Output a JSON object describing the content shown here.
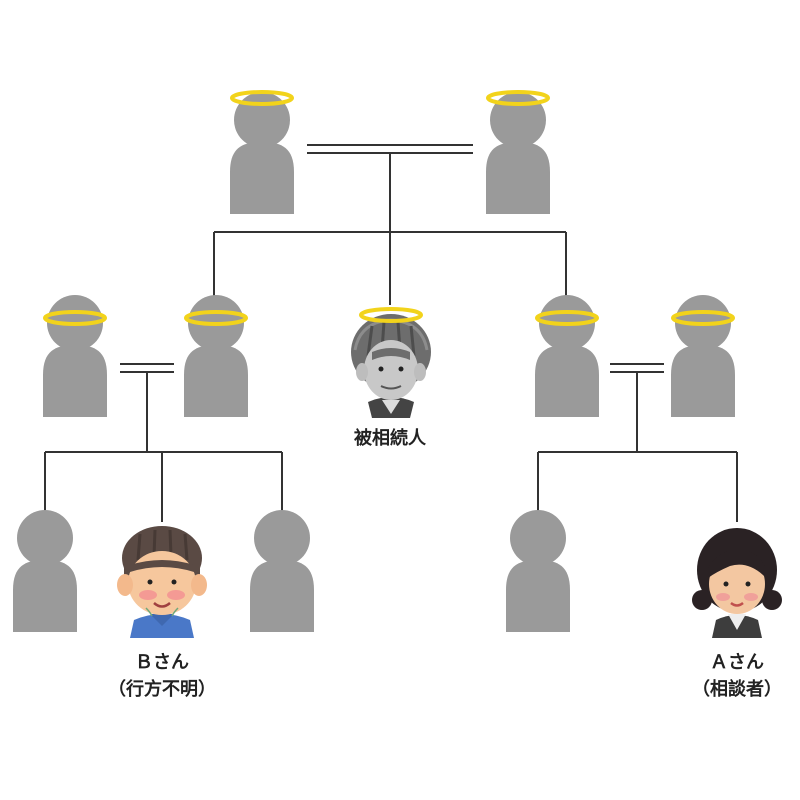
{
  "labels": {
    "decedent": "被相続人",
    "person_b": "Ｂさん",
    "person_b_note": "（行方不明）",
    "person_a": "Ａさん",
    "person_a_note": "（相談者）"
  },
  "icons": {
    "deceased": "deceased-person-with-halo-icon",
    "unknown": "person-silhouette-icon",
    "decedent": "elderly-man-portrait-icon",
    "person_b": "middle-aged-man-portrait-icon",
    "person_a": "woman-in-suit-portrait-icon"
  },
  "colors": {
    "silhouette": "#9a9a9a",
    "halo": "#f2d31b",
    "line": "#333333",
    "text": "#222222"
  }
}
